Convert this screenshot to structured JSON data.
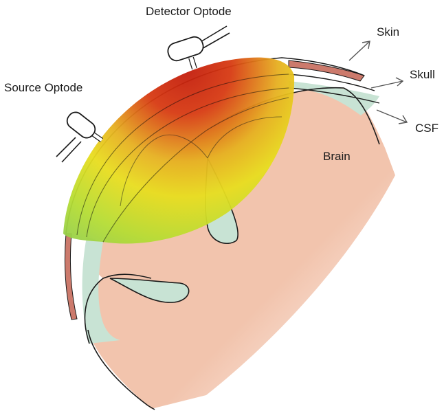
{
  "labels": {
    "detector": "Detector Optode",
    "source": "Source Optode",
    "skin": "Skin",
    "skull": "Skull",
    "csf": "CSF",
    "brain": "Brain"
  },
  "colors": {
    "brain": "#f2c4ad",
    "skin": "#cc7a6c",
    "csf": "#c8e3d4",
    "outline": "#1a1a1a",
    "banana_hot": "#cc2210",
    "banana_mid": "#ecd81a",
    "banana_cool": "#a8d840"
  }
}
